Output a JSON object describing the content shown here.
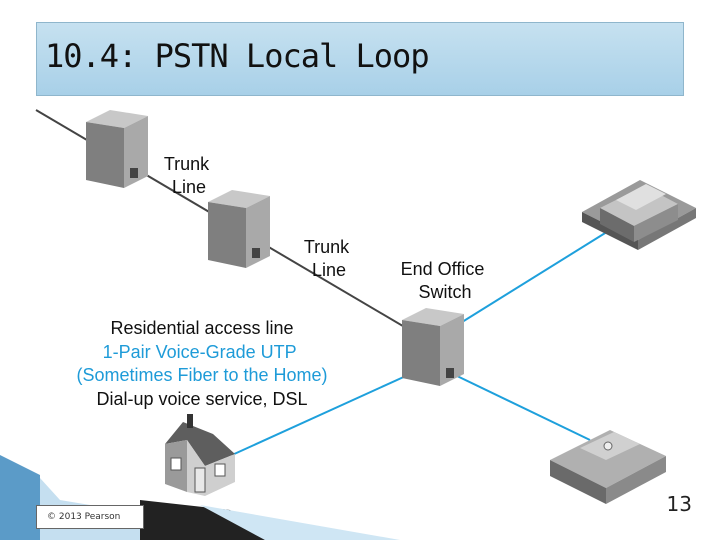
{
  "slide": {
    "title": "10.4: PSTN Local Loop",
    "copyright": "© 2013 Pearson",
    "page_number": "13"
  },
  "diagram": {
    "trunk_line_1": [
      "Trunk",
      "Line"
    ],
    "trunk_line_2": [
      "Trunk",
      "Line"
    ],
    "end_office_switch": [
      "End Office",
      "Switch"
    ],
    "residential": {
      "heading": "Residential access line",
      "media_lines": [
        "1-Pair Voice-Grade UTP",
        "(Sometimes Fiber to the Home)"
      ],
      "service": "Dial-up voice service, DSL"
    }
  },
  "colors": {
    "title_bg": "#b9dcee",
    "access_line": "#1ea0dc",
    "trunk_line": "#444444",
    "highlight_text": "#1e9bd8",
    "building": "#8c8c8c"
  }
}
